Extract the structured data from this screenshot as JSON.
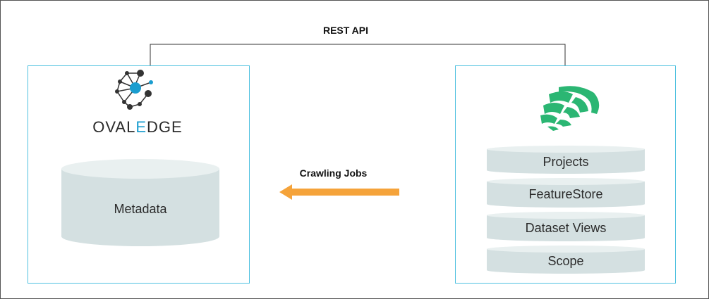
{
  "api_label": "REST API",
  "flow_label": "Crawling Jobs",
  "left": {
    "brand": {
      "part1": "OVAL",
      "part2": "E",
      "part3": "DGE"
    },
    "store_label": "Metadata"
  },
  "right": {
    "logo_icon": "hops-icon",
    "stack": [
      "Projects",
      "FeatureStore",
      "Dataset Views",
      "Scope"
    ]
  },
  "colors": {
    "box_border": "#4fc1e0",
    "cylinder_fill": "#d4e0e1",
    "cylinder_top": "#e9f0f0",
    "arrow": "#f5a33a",
    "brand_accent": "#1a9dcf",
    "hops_green": "#2bb673"
  }
}
